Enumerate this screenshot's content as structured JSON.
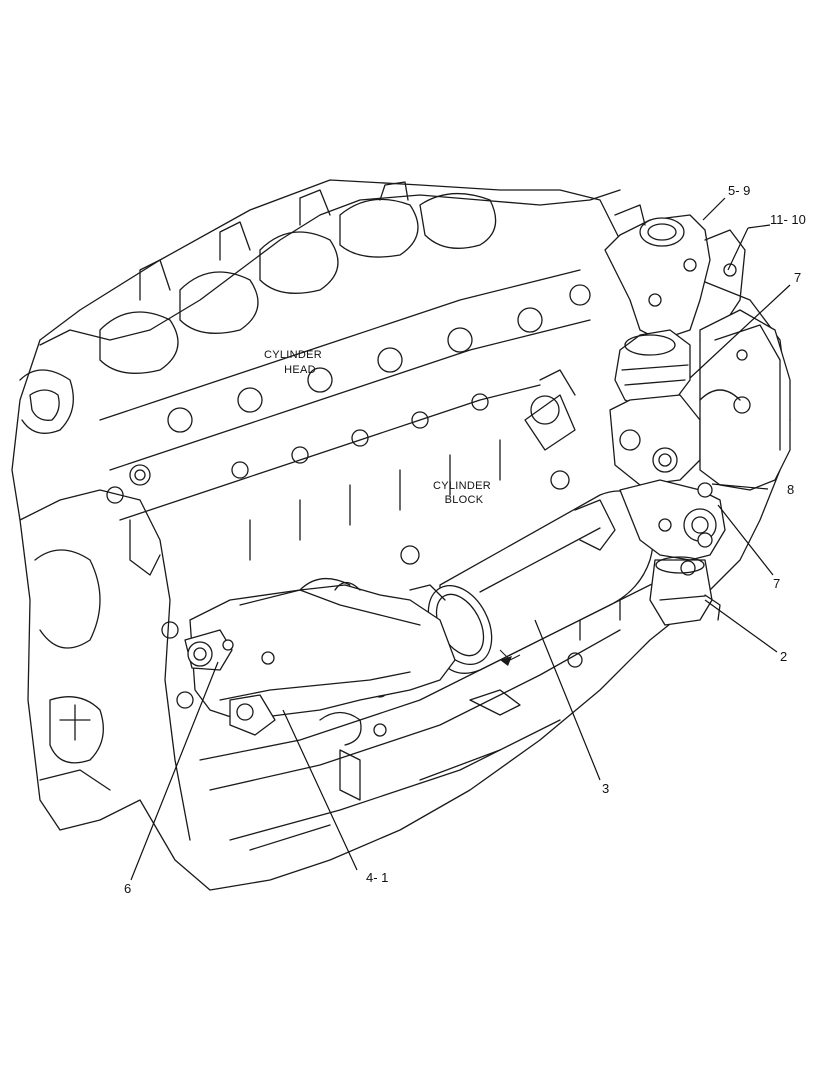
{
  "diagram": {
    "region_labels": {
      "cylinder_head_line1": "CYLINDER",
      "cylinder_head_line2": "HEAD",
      "cylinder_block_line1": "CYLINDER",
      "cylinder_block_line2": "BLOCK"
    },
    "callouts": [
      {
        "id": "c-5-9",
        "text": "5- 9"
      },
      {
        "id": "c-11-10",
        "text": "11- 10"
      },
      {
        "id": "c-7-top",
        "text": "7"
      },
      {
        "id": "c-8",
        "text": "8"
      },
      {
        "id": "c-7-bottom",
        "text": "7"
      },
      {
        "id": "c-2",
        "text": "2"
      },
      {
        "id": "c-3",
        "text": "3"
      },
      {
        "id": "c-4-1",
        "text": "4- 1"
      },
      {
        "id": "c-6",
        "text": "6"
      }
    ]
  }
}
